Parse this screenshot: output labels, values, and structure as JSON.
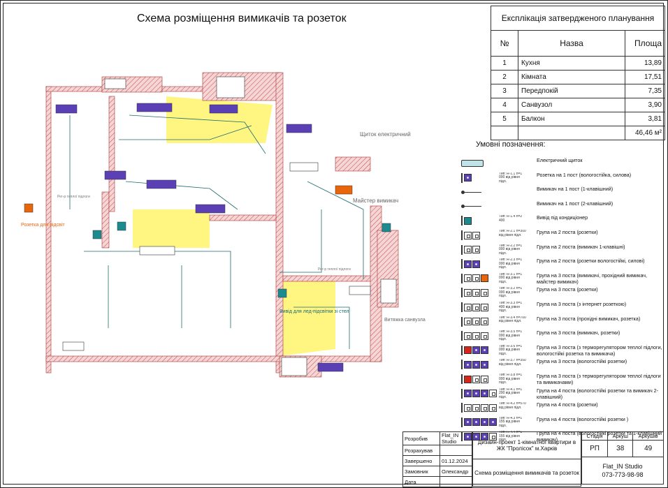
{
  "title": "Схема розміщення вимикачів та розеток",
  "explication": {
    "caption": "Експлікація затвердженого планування",
    "headers": [
      "№",
      "Назва",
      "Площа"
    ],
    "rows": [
      {
        "no": "1",
        "name": "Кухня",
        "area": "13,89"
      },
      {
        "no": "2",
        "name": "Кімната",
        "area": "17,51"
      },
      {
        "no": "3",
        "name": "Передпокій",
        "area": "7,35"
      },
      {
        "no": "4",
        "name": "Санвузол",
        "area": "3,90"
      },
      {
        "no": "5",
        "name": "Балкон",
        "area": "3,81"
      }
    ],
    "total": "46,46 м²"
  },
  "legend": {
    "title": "Умовні позначення:",
    "items": [
      {
        "tag": "",
        "text": "Електричний щиток",
        "sym": "panel"
      },
      {
        "tag": "Тип: R-1.1 h=1 000 від рівня підл.",
        "text": "Розетка на 1 пост (вологостійка, силова)",
        "sym": "p"
      },
      {
        "tag": "",
        "text": "Вимикач на 1 пост (1-клавішний)",
        "sym": "sw1"
      },
      {
        "tag": "",
        "text": "Вимикач на 1 пост (2-клавішний)",
        "sym": "sw2"
      },
      {
        "tag": "Тип: R-1.4 h=2 400",
        "text": "Вивід під кондиціонер",
        "sym": "t"
      },
      {
        "tag": "Тип: R-2.1 h=300 від рівня підл.",
        "text": "Група на 2 поста (розетки)",
        "sym": "ww"
      },
      {
        "tag": "Тип: R-2.2 h=1 000 від рівня підл.",
        "text": "Група на 2 поста (вимикач 1-клавішні)",
        "sym": "ww"
      },
      {
        "tag": "Тип: R-2.3 h=1 000 від рівня підл.",
        "text": "Група на 2 поста (розетки вологостійкі, силові)",
        "sym": "pp"
      },
      {
        "tag": "Тип: R-3.1 h=1 000 від рівня підл.",
        "text": "Група на 3 поста (вимикачі, прохідний вимикач, майстер вимикач)",
        "sym": "wwo"
      },
      {
        "tag": "Тип: R-3.2 h=1 000 від рівня підл.",
        "text": "Група на 3 поста (розетки)",
        "sym": "www"
      },
      {
        "tag": "Тип: R-3.3 h=1 400 від рівня підл.",
        "text": "Група на 3 поста (з інтернет розеткою)",
        "sym": "www"
      },
      {
        "tag": "Тип: R-3.4 h=700 від рівня підл.",
        "text": "Група на 3 поста (прохідні вимикач, розетка)",
        "sym": "www"
      },
      {
        "tag": "Тип: R-3.5 h=1 000 від рівня підл.",
        "text": "Група на 3 поста (вимикач, розетки)",
        "sym": "www"
      },
      {
        "tag": "Тип: R-3.6 h=1 000 від рівня підл.",
        "text": "Група на 3 поста (з терморегулятором теплої підлоги, вологостійкі розетка та вимикача)",
        "sym": "rpp"
      },
      {
        "tag": "Тип: R-3.7 h=350 від рівня підл.",
        "text": "Група на 3 поста (вологостійкі розетки)",
        "sym": "ppp"
      },
      {
        "tag": "Тип: R-3.8 h=1 000 від рівня підл.",
        "text": "Група на 3 поста (з терморегулятором теплої підлоги та вимикачами)",
        "sym": "rww"
      },
      {
        "tag": "Тип: R-4.1 h=1 200 від рівня підл.",
        "text": "Група на 4 поста (вологостійкі розетки та вимикач 2-клавішний)",
        "sym": "pppw"
      },
      {
        "tag": "Тип: R-4.2 h=570 від рівня підл.",
        "text": "Група на 4 поста (розетки)",
        "sym": "wwww"
      },
      {
        "tag": "Тип: R-4.3 h=1 155 від рівня підл.",
        "text": "Група на 4 поста (вологостійкі розетки )",
        "sym": "pppp"
      },
      {
        "tag": "Тип: R-4.4 h=1 155 від рівня підл.",
        "text": "Група на 4 поста (вологостійкі розетки та 1-клавішний вимикач)",
        "sym": "pppw"
      }
    ]
  },
  "plan_labels": {
    "shield": "Щиток електричний",
    "master": "Майстер вимикач",
    "led_kitchen": "Вивід для лед-підсвітки зі стел",
    "led_left": "Розетка для підсвіт",
    "exhaust": "Витяжка санвузла",
    "warm_floor1": "Рег-р теплої підлоги",
    "warm_floor2": "Рег-р теплої підлоги"
  },
  "stamp": {
    "rows_left": [
      {
        "label": "Розробив",
        "name": "Flat_IN Studio"
      },
      {
        "label": "Розрахував",
        "name": ""
      },
      {
        "label": "Завершено",
        "name": "01.12.2024"
      },
      {
        "label": "Замовник",
        "name": "Олександр"
      },
      {
        "label": "Дата",
        "name": ""
      }
    ],
    "project": "Дизайн-проект 1-кімнатної квартири в ЖК \"Пролісок\" м.Харків",
    "sheet_title": "Схема розміщення вимикачів та розеток",
    "stage_label": "Стадія",
    "stage": "РП",
    "sheet_label": "Аркуш",
    "sheet": "38",
    "sheets_label": "Аркушів",
    "sheets": "49",
    "studio": "Flat_IN Studio",
    "phone": "073-773-98-98"
  },
  "colors": {
    "purple": "#5a3fb5",
    "orange": "#e8650a",
    "teal": "#1b8b8f",
    "red": "#d8251a",
    "wall": "#d88b8b",
    "highlight": "#fff36b"
  }
}
